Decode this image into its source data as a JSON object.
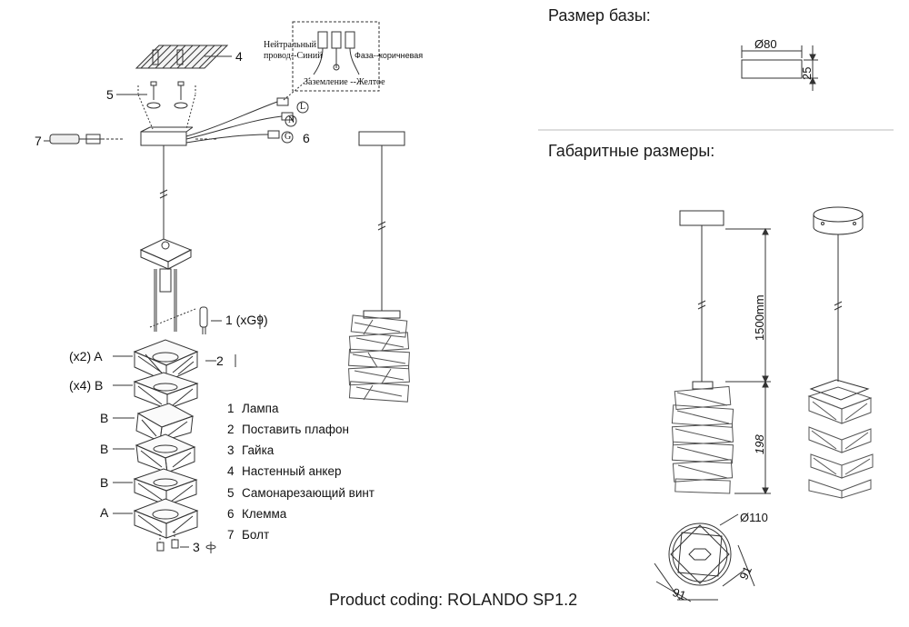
{
  "headings": {
    "base_size": "Размер базы:",
    "overall_size": "Габаритные размеры:"
  },
  "base_dims": {
    "diameter": "Ø80",
    "height": "25"
  },
  "overall_dims": {
    "cable_length": "1500mm",
    "shade_height": "198",
    "shade_diameter": "Ø110",
    "side_a": "91",
    "side_b": "91"
  },
  "wiring": {
    "neutral": "Нейтральный провод--Синий",
    "neutral_line1": "Нейтральный",
    "neutral_line2": "провод--Синий",
    "phase": "Фаза--коричневая",
    "ground": "Заземление --Желтое",
    "terminal_letters": [
      "L",
      "N",
      "G"
    ]
  },
  "callouts": {
    "c4": "4",
    "c5": "5",
    "c6": "6",
    "c7": "7",
    "c1": "1 (xG9)",
    "c2": "2",
    "c3": "3",
    "a_top": "(x2) A",
    "b_first": "(x4) B",
    "b2": "B",
    "b3": "B",
    "b4": "B",
    "a_bottom": "A"
  },
  "legend": [
    {
      "num": "1",
      "text": "Лампа"
    },
    {
      "num": "2",
      "text": "Поставить плафон"
    },
    {
      "num": "3",
      "text": "Гайка"
    },
    {
      "num": "4",
      "text": "Настенный анкер"
    },
    {
      "num": "5",
      "text": "Самонарезающий винт"
    },
    {
      "num": "6",
      "text": "Клемма"
    },
    {
      "num": "7",
      "text": "Болт"
    }
  ],
  "footer": "Product coding: ROLANDO SP1.2",
  "colors": {
    "line": "#333333",
    "text": "#111111",
    "divider": "#bbbbbb"
  }
}
